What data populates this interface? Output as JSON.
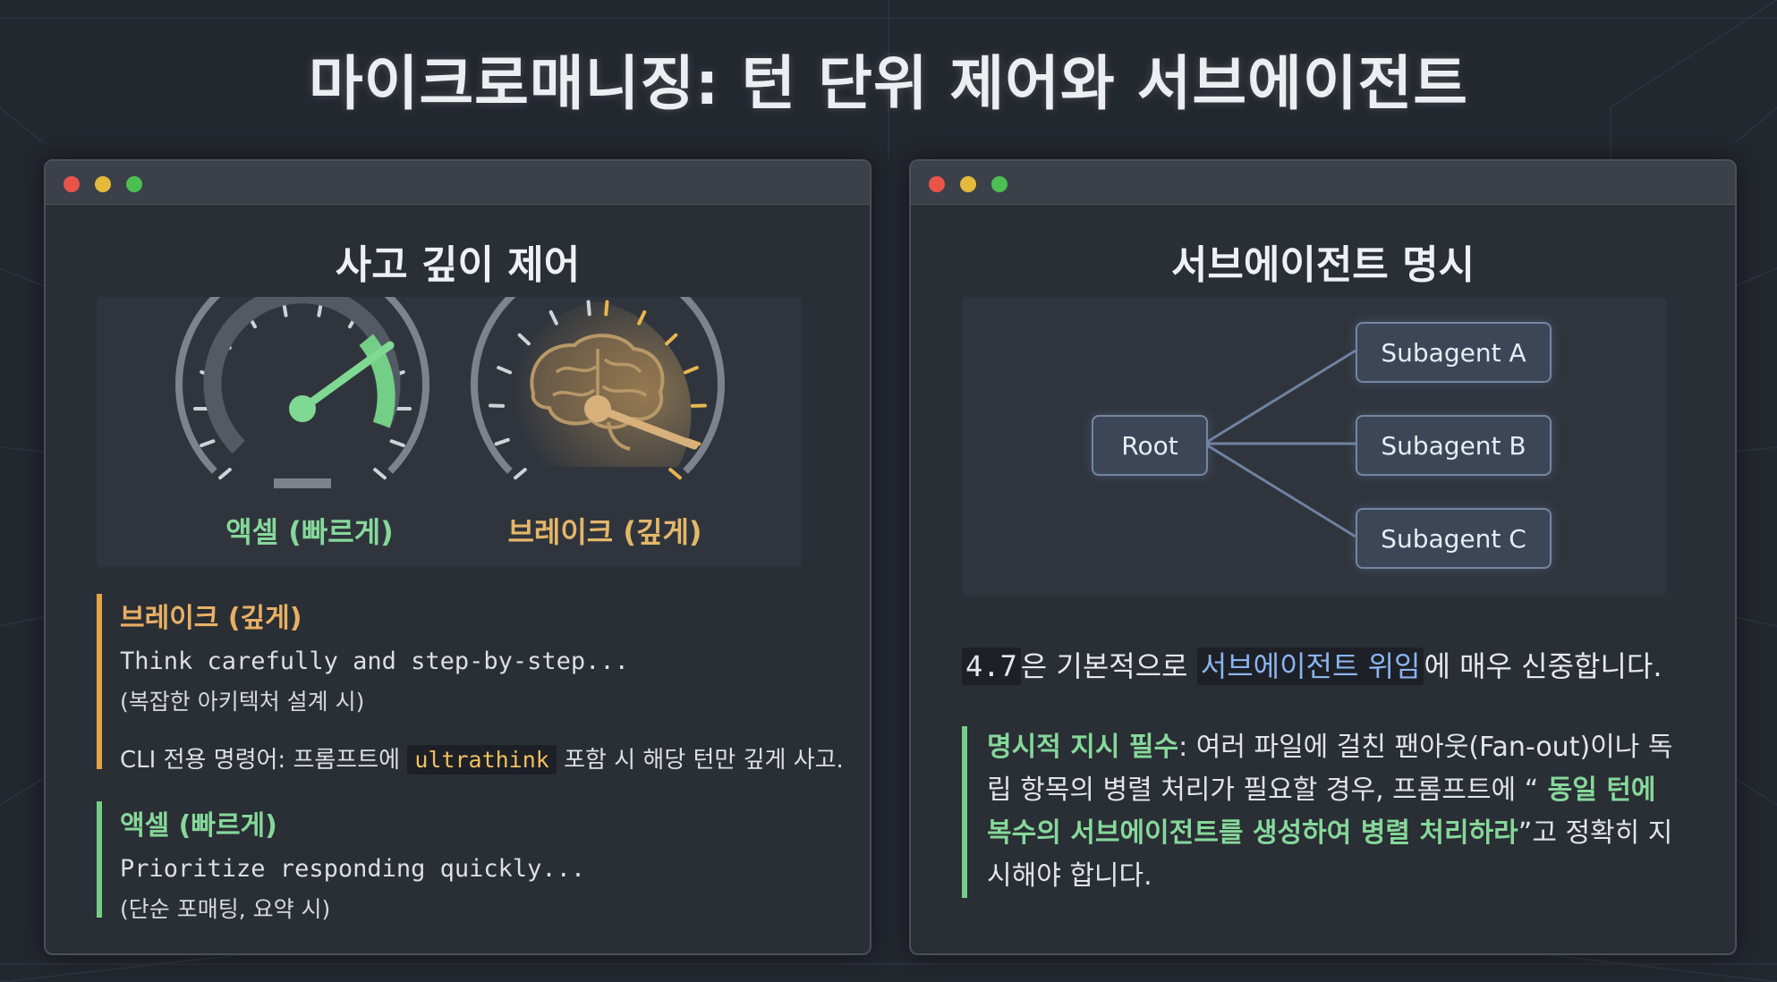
{
  "page": {
    "title": "마이크로매니징: 턴 단위 제어와 서브에이전트"
  },
  "left_panel": {
    "title": "사고 깊이 제어",
    "gauges": {
      "accel_label": "액셀 (빠르게)",
      "brake_label": "브레이크 (깊게)"
    },
    "brake": {
      "heading": "브레이크 (깊게)",
      "prompt": "Think carefully and step-by-step...",
      "note": "(복잡한 아키텍처 설계 시)",
      "cli_prefix": "CLI 전용 명령어: 프롬프트에 ",
      "cli_keyword": "ultrathink",
      "cli_suffix": " 포함 시 해당 턴만 깊게 사고."
    },
    "accel": {
      "heading": "액셀 (빠르게)",
      "prompt": "Prioritize responding quickly...",
      "note": "(단순 포매팅, 요약 시)"
    }
  },
  "right_panel": {
    "title": "서브에이전트 명시",
    "tree": {
      "root": "Root",
      "children": [
        "Subagent A",
        "Subagent B",
        "Subagent C"
      ]
    },
    "default_behavior": {
      "version": "4.7",
      "part1": "은 기본적으로 ",
      "highlight": "서브에이전트 위임",
      "part2": "에 매우 신중합니다."
    },
    "instruction": {
      "lead": "명시적 지시 필수",
      "text1": ": 여러 파일에 걸친 팬아웃(Fan-out)이나 독립 항목의 병렬 처리가 필요할 경우, 프롬프트에 “",
      "quote": " 동일 턴에 복수의 서브에이전트를 생성하여 병렬 처리하라",
      "text2": "”고 정확히 지시해야 합니다."
    }
  },
  "colors": {
    "accel_green": "#73cf85",
    "brake_amber": "#e3a548",
    "node_blue": "#7486a3",
    "highlight_blue": "#8bb4ef"
  }
}
